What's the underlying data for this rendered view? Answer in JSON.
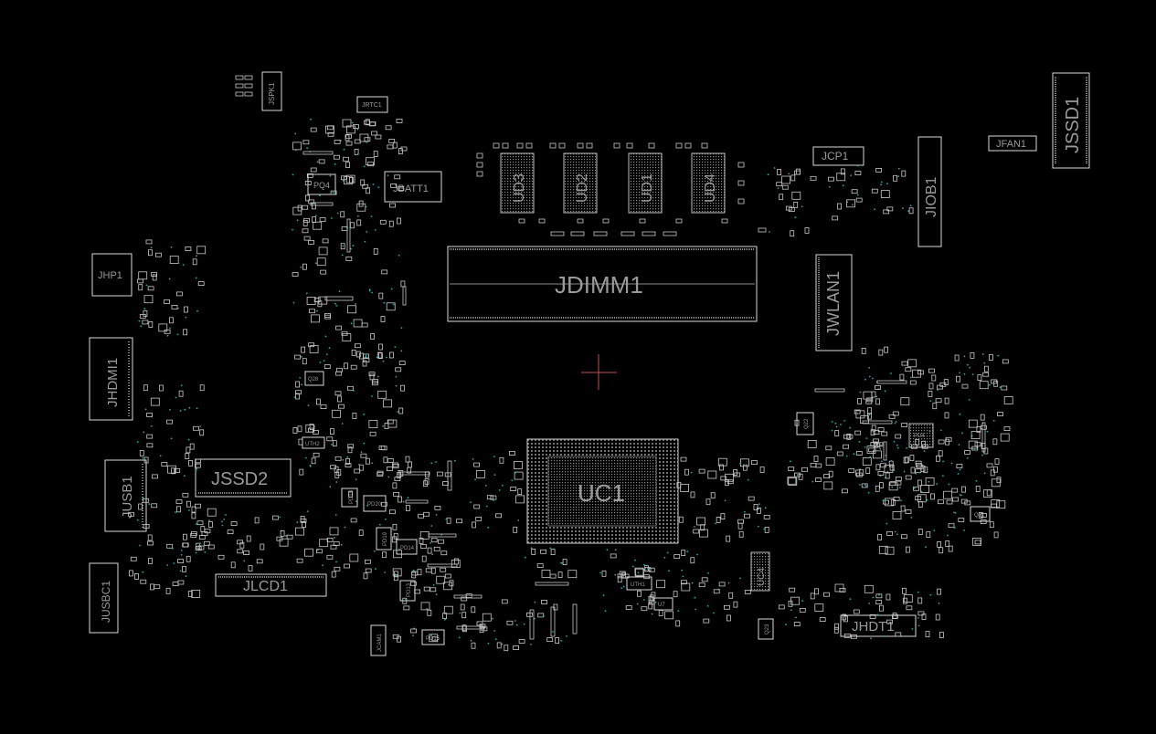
{
  "connectors": {
    "jspk1": "JSPK1",
    "jrtc1": "JRTC1",
    "jbatt1": "JBATT1",
    "jcp1": "JCP1",
    "jiob1": "JIOB1",
    "jssd1": "JSSD1",
    "jfan1": "JFAN1",
    "jdimm1": "JDIMM1",
    "jwlan1": "JWLAN1",
    "jhp1": "JHP1",
    "jhdmi1": "JHDMI1",
    "jusb1": "JUSB1",
    "jssd2": "JSSD2",
    "jlcd1": "JLCD1",
    "jusbc1": "JUSBC1",
    "jhdt1": "JHDT1",
    "jcam1": "JCAM1"
  },
  "chips": {
    "ud3": "UD3",
    "ud2": "UD2",
    "ud1": "UD1",
    "ud4": "UD4",
    "uc1": "UC1",
    "uc4": "UC4",
    "uth1": "UTH1",
    "uth2": "UTH2",
    "u7": "U7"
  },
  "small_parts": {
    "pq4": "PQ4",
    "pu4": "PU4",
    "q28": "Q28",
    "q22": "Q22",
    "q23": "Q23",
    "q31": "Q31",
    "pd14": "PD14",
    "pd15": "PD15",
    "pd18": "PD18",
    "pd19": "PD19",
    "pd20": "PD20",
    "pd13": "PD13"
  },
  "colors": {
    "background": "#000000",
    "outline": "#d8d8d8",
    "label": "#9a9a9a",
    "testpoint": "#2fa5a5",
    "crosshair": "#c0504d"
  }
}
